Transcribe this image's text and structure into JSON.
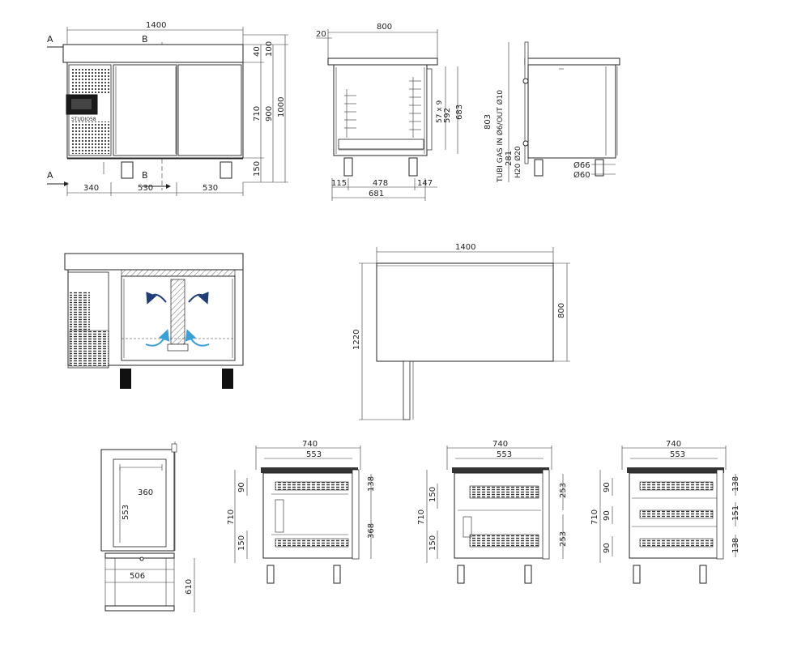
{
  "front_view": {
    "width": "1400",
    "section_a": "A",
    "section_b": "B",
    "h_top": "40",
    "h_100": "100",
    "h_710": "710",
    "h_900": "900",
    "h_1000": "1000",
    "h_150": "150",
    "w_340": "340",
    "w_530a": "530",
    "w_530b": "530",
    "brand": "STUDIO58"
  },
  "section_view": {
    "w_800": "800",
    "w_20": "20",
    "h_592": "592",
    "h_683": "683",
    "shelf": "57 x 9",
    "w_115": "115",
    "w_478": "478",
    "w_147": "147",
    "w_681": "681"
  },
  "side_view": {
    "h_803": "803",
    "gas": "TUBI GAS IN Ø6/OUT Ø10",
    "h_281": "281",
    "h2o": "H20 Ø20",
    "d_66": "Ø66",
    "d_60": "Ø60"
  },
  "plan_view": {
    "w_1400": "1400",
    "d_800": "800",
    "d_1220": "1220"
  },
  "door_view": {
    "w_360": "360",
    "h_553": "553",
    "w_506": "506",
    "h_610": "610"
  },
  "drawer_view_1": {
    "w_740": "740",
    "w_553": "553",
    "h_90": "90",
    "h_138": "138",
    "h_710": "710",
    "h_368": "368",
    "h_150": "150"
  },
  "drawer_view_2": {
    "w_740": "740",
    "w_553": "553",
    "h_150a": "150",
    "h_253a": "253",
    "h_710": "710",
    "h_150b": "150",
    "h_253b": "253"
  },
  "drawer_view_3": {
    "w_740": "740",
    "w_553": "553",
    "h_90a": "90",
    "h_138a": "138",
    "h_710": "710",
    "h_90b": "90",
    "h_151": "151",
    "h_90c": "90",
    "h_138b": "138"
  },
  "colors": {
    "arrow_dark": "#1f3d7a",
    "arrow_light": "#3aa0d8",
    "screen": "#1a1a1a"
  }
}
